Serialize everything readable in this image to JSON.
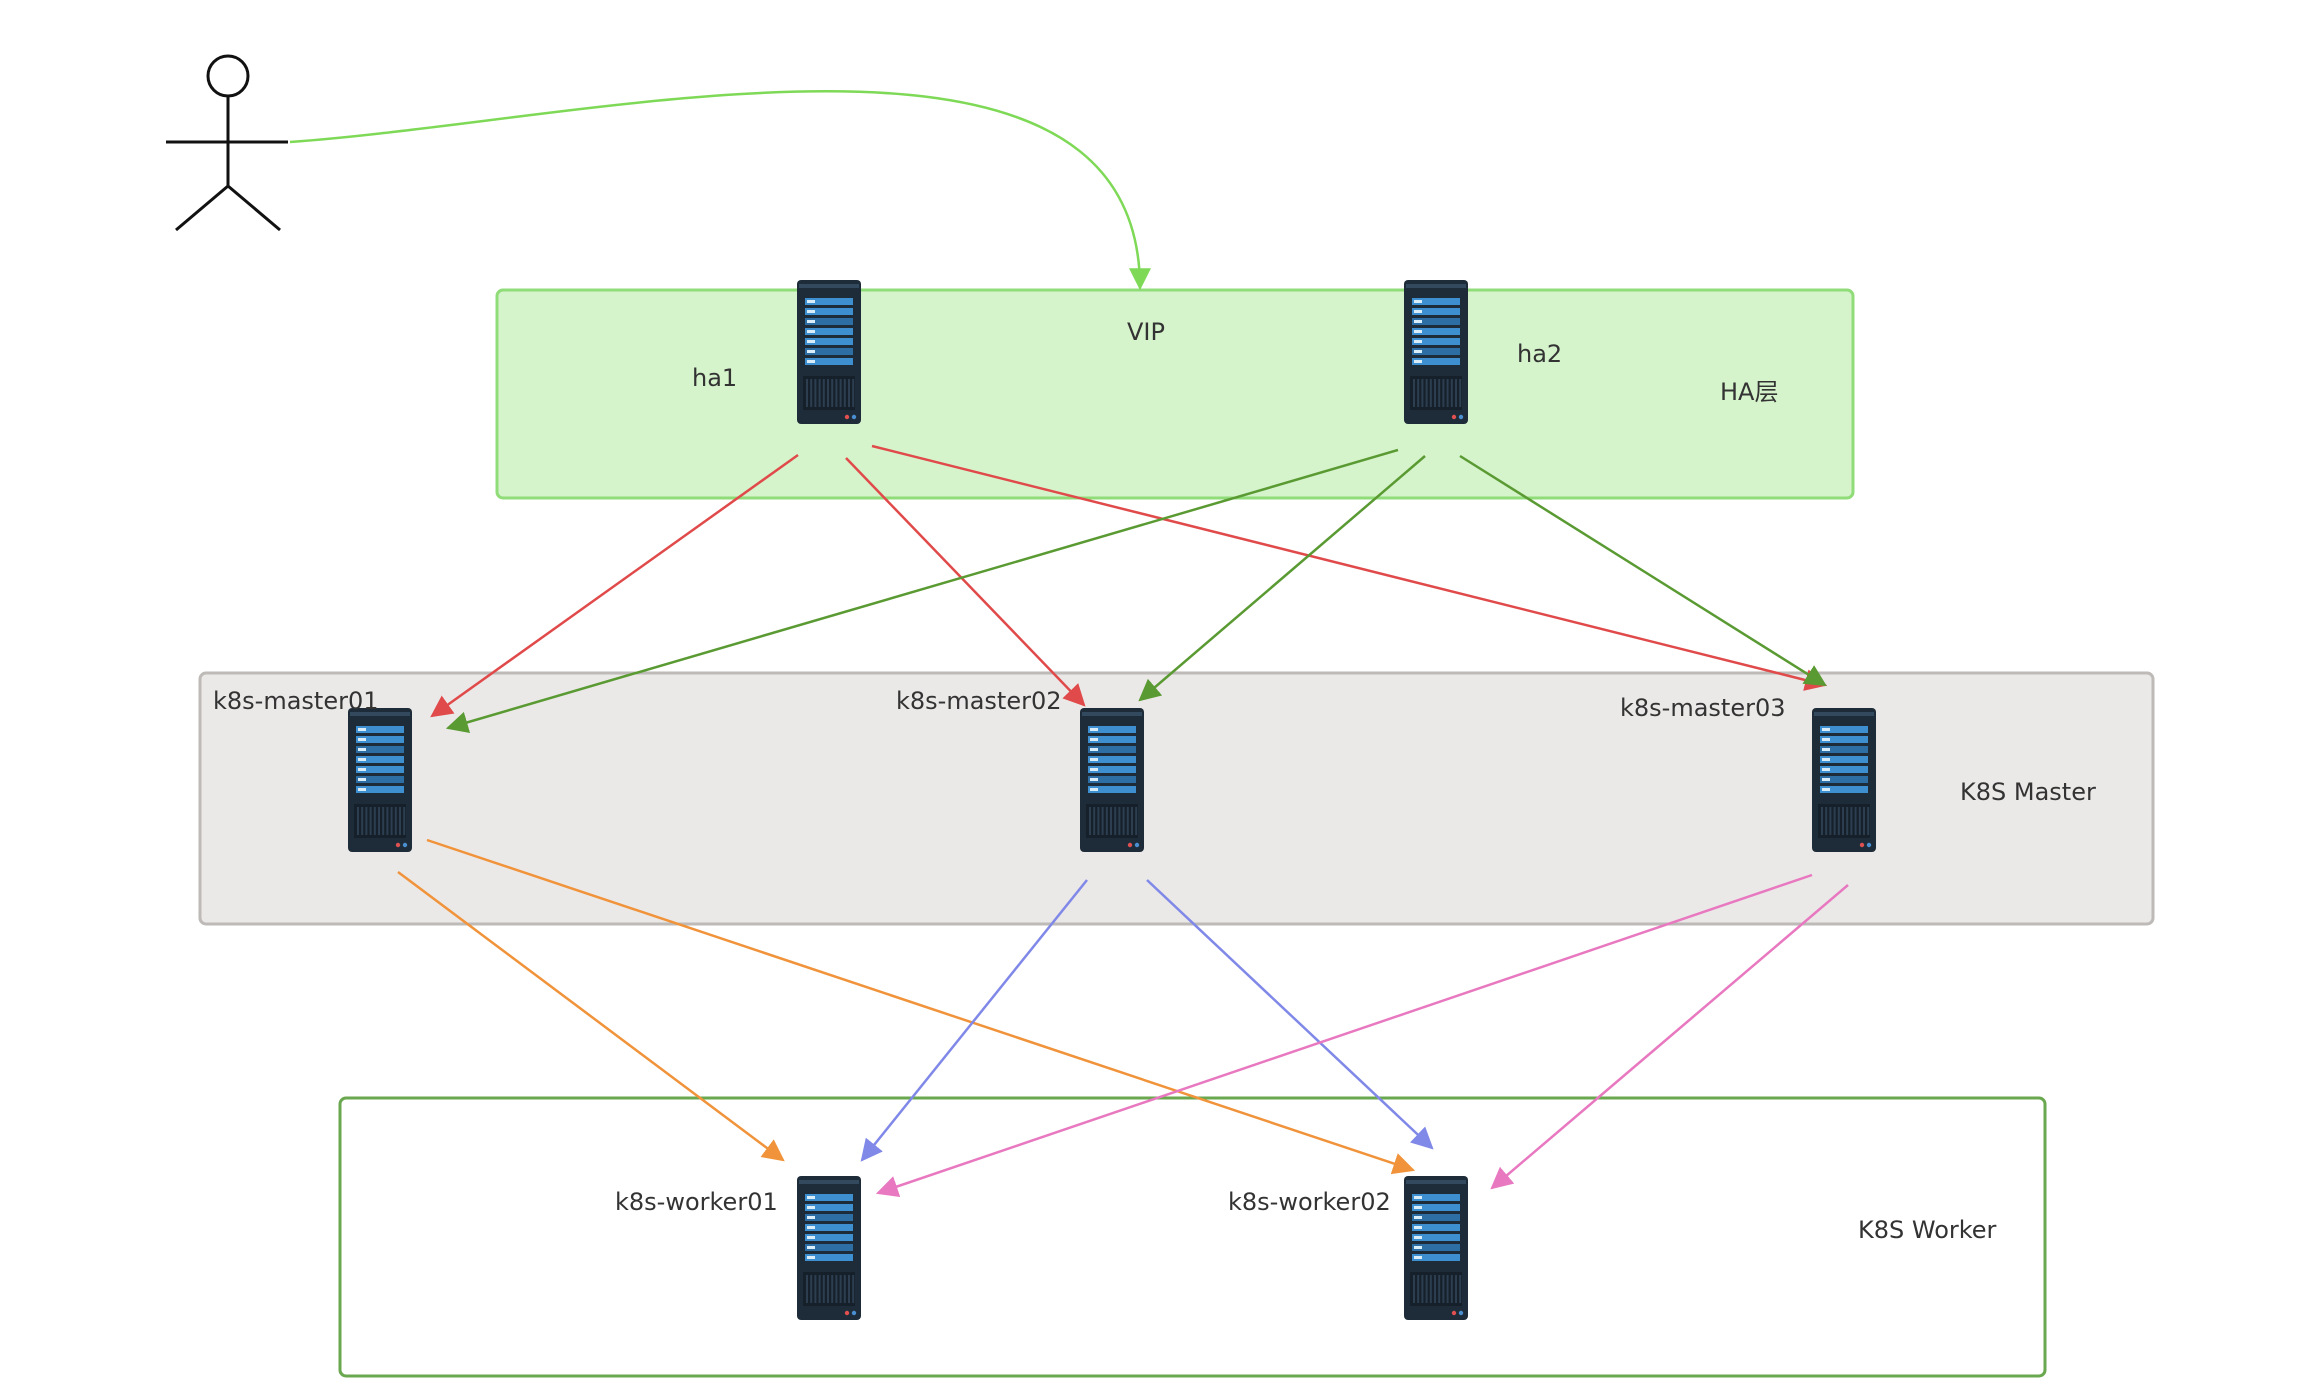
{
  "layers": {
    "ha": {
      "label": "HA层",
      "fill": "#d6f4cc",
      "stroke": "#8fdc78"
    },
    "master": {
      "label": "K8S Master",
      "fill": "#ebe9e8",
      "stroke": "#bdbab7"
    },
    "worker": {
      "label": "K8S Worker",
      "fill": "#ffffff",
      "stroke": "#6aa84f"
    }
  },
  "vip_label": "VIP",
  "nodes": {
    "ha1": "ha1",
    "ha2": "ha2",
    "master01": "k8s-master01",
    "master02": "k8s-master02",
    "master03": "k8s-master03",
    "worker01": "k8s-worker01",
    "worker02": "k8s-worker02"
  },
  "edge_colors": {
    "user": "#7ed957",
    "ha1": "#e04a4a",
    "ha2": "#5a9a32",
    "master01": "#f0933a",
    "master02": "#8088e8",
    "master03": "#e878c0"
  },
  "server_colors": {
    "body": "#1e2c3a",
    "panel": "#3d8fcf",
    "led": "#e05050"
  }
}
